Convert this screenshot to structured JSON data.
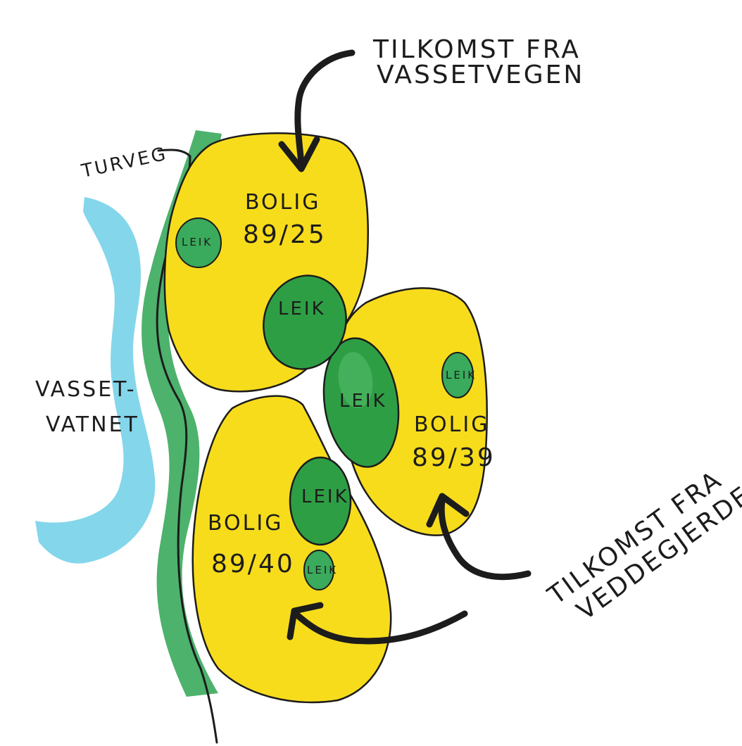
{
  "colors": {
    "yellow": "#f7dc1c",
    "yellow_light": "#fbe84a",
    "green": "#2e9e45",
    "green_dark": "#1f7d34",
    "green_path": "#3aaa5c",
    "water": "#6fcfe8",
    "ink": "#1c1c1c"
  },
  "labels": {
    "access_top_line1": "TILKOMST FRA",
    "access_top_line2": "VASSETVEGEN",
    "access_right_line1": "TILKOMST FRA",
    "access_right_line2": "VEDDEGJERDE",
    "trail": "TURVEG",
    "lake_line1": "VASSET-",
    "lake_line2": "VATNET",
    "plot_top_word": "BOLIG",
    "plot_top_number": "89/25",
    "plot_right_word": "BOLIG",
    "plot_right_number": "89/39",
    "plot_bottom_word": "BOLIG",
    "plot_bottom_number": "89/40",
    "play": "LEIK"
  }
}
